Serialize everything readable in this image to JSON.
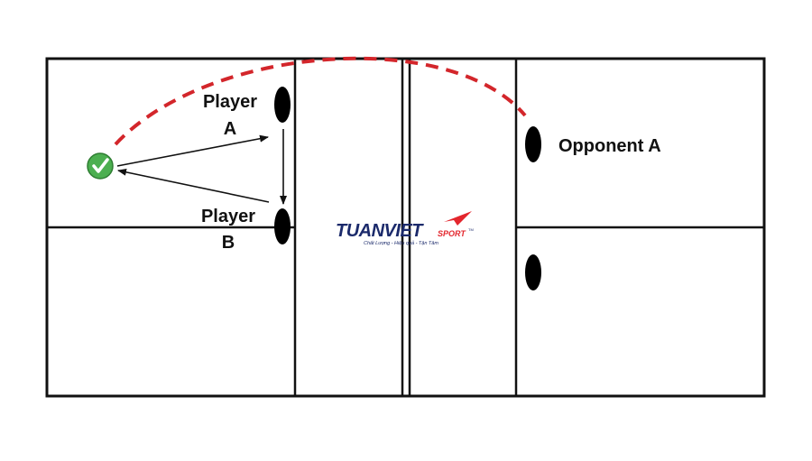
{
  "labels": {
    "player_a_line1": "Player",
    "player_a_line2": "A",
    "player_b_line1": "Player",
    "player_b_line2": "B",
    "opponent_a": "Opponent A"
  },
  "watermark": {
    "brand": "TUANVIET",
    "brand_suffix": "SPORT",
    "trademark": "TM",
    "tagline": "Chất Lượng - Hiệu quả - Tận Tâm",
    "primary_color": "#1b2a6b",
    "accent_color": "#e3262d"
  },
  "colors": {
    "court_line": "#111111",
    "shuttle_path": "#d3262b",
    "player_marker": "#000000",
    "check_circle": "#4caf50",
    "arrow": "#111111"
  },
  "icons": {
    "check": "check-circle-icon",
    "player": "player-marker-icon"
  }
}
